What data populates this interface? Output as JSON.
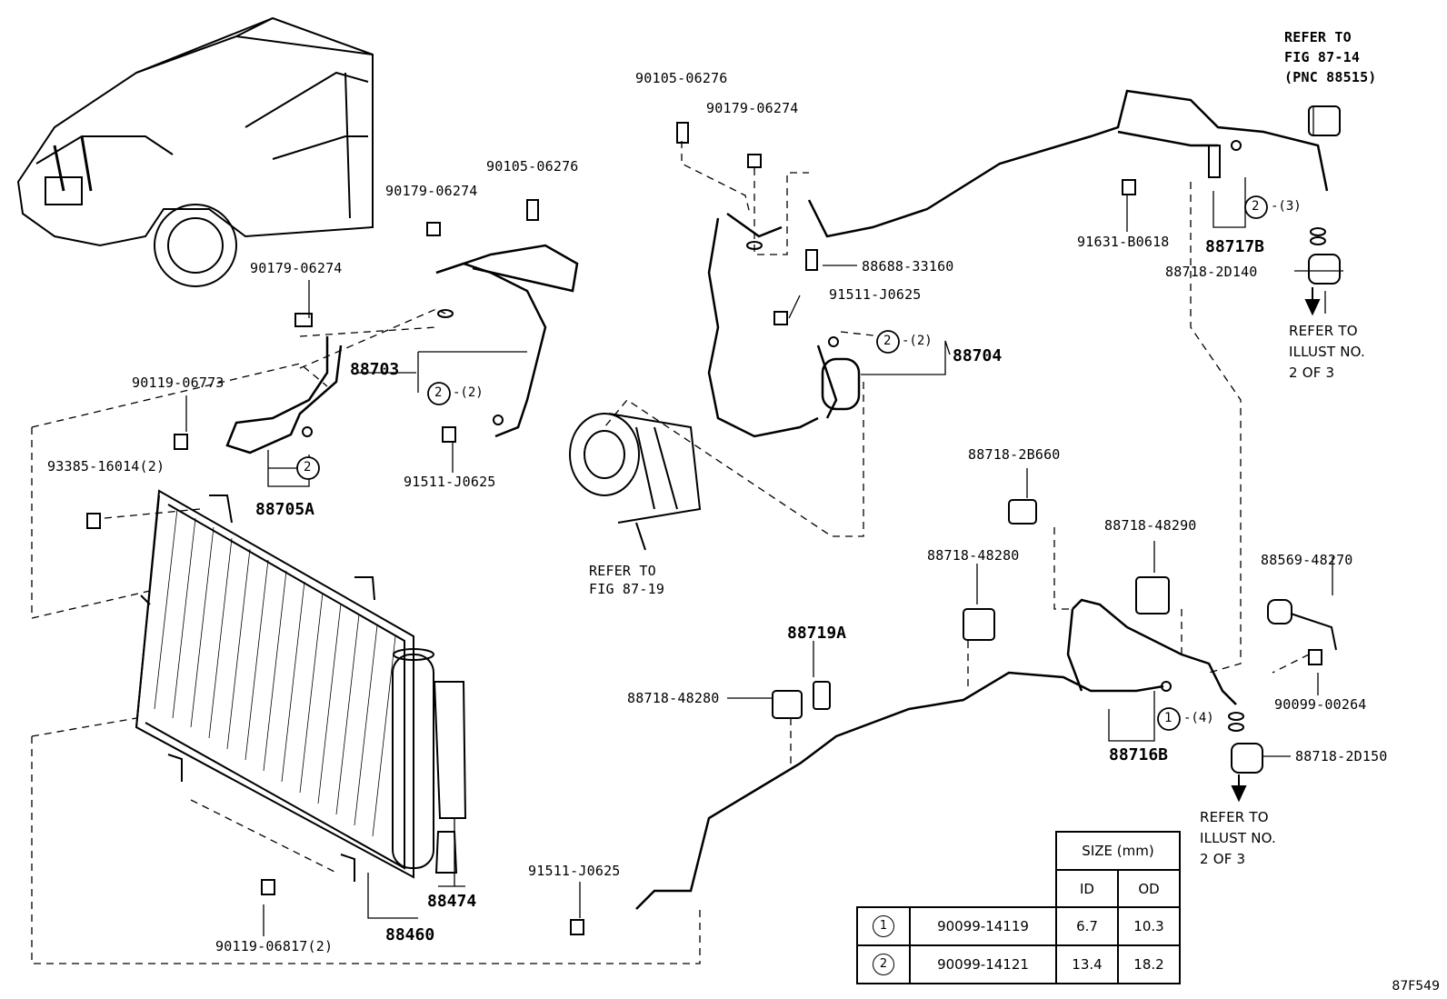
{
  "labels": {
    "p88515_note": "REFER TO\nFIG 87-14\n(PNC 88515)",
    "p90105_top": "90105-06276",
    "p90179_top": "90179-06274",
    "p90105_mid": "90105-06276",
    "p90179_mid": "90179-06274",
    "p90179_left": "90179-06274",
    "p88688": "88688-33160",
    "p91511_top": "91511-J0625",
    "p91631": "91631-B0618",
    "p88717b": "88717B",
    "p88718_2d140": "88718-2D140",
    "illust_note_1": "REFER TO\nILLUST NO.\n2 OF 3",
    "p88703": "88703",
    "p88704": "88704",
    "p90119_06773": "90119-06773",
    "p93385": "93385-16014(2)",
    "p88705a": "88705A",
    "p91511_mid": "91511-J0625",
    "fig_87_19_note": "REFER TO\nFIG 87-19",
    "p88718_2b660": "88718-2B660",
    "p88718_48290": "88718-48290",
    "p88718_48280_a": "88718-48280",
    "p88569": "88569-48270",
    "p88719a": "88719A",
    "p88718_48280_b": "88718-48280",
    "p90099_00264": "90099-00264",
    "p88716b": "88716B",
    "p88718_2d150": "88718-2D150",
    "illust_note_2": "REFER TO\nILLUST NO.\n2 OF 3",
    "p91511_low": "91511-J0625",
    "p88474": "88474",
    "p88460": "88460",
    "p90119_06817": "90119-06817(2)",
    "fig_id": "87F549"
  },
  "callouts": {
    "c2_88703": "2",
    "c2_88703_qty": "-(2)",
    "c2_88704": "2",
    "c2_88704_qty": "-(2)",
    "c2_88717b": "2",
    "c2_88717b_qty": "-(3)",
    "c2_88705a": "2",
    "c1_88716b": "1",
    "c1_88716b_qty": "-(4)"
  },
  "size_table": {
    "header": "SIZE (mm)",
    "col_id": "ID",
    "col_od": "OD",
    "rows": [
      {
        "mark": "1",
        "part": "90099-14119",
        "id": "6.7",
        "od": "10.3"
      },
      {
        "mark": "2",
        "part": "90099-14121",
        "id": "13.4",
        "od": "18.2"
      }
    ]
  }
}
